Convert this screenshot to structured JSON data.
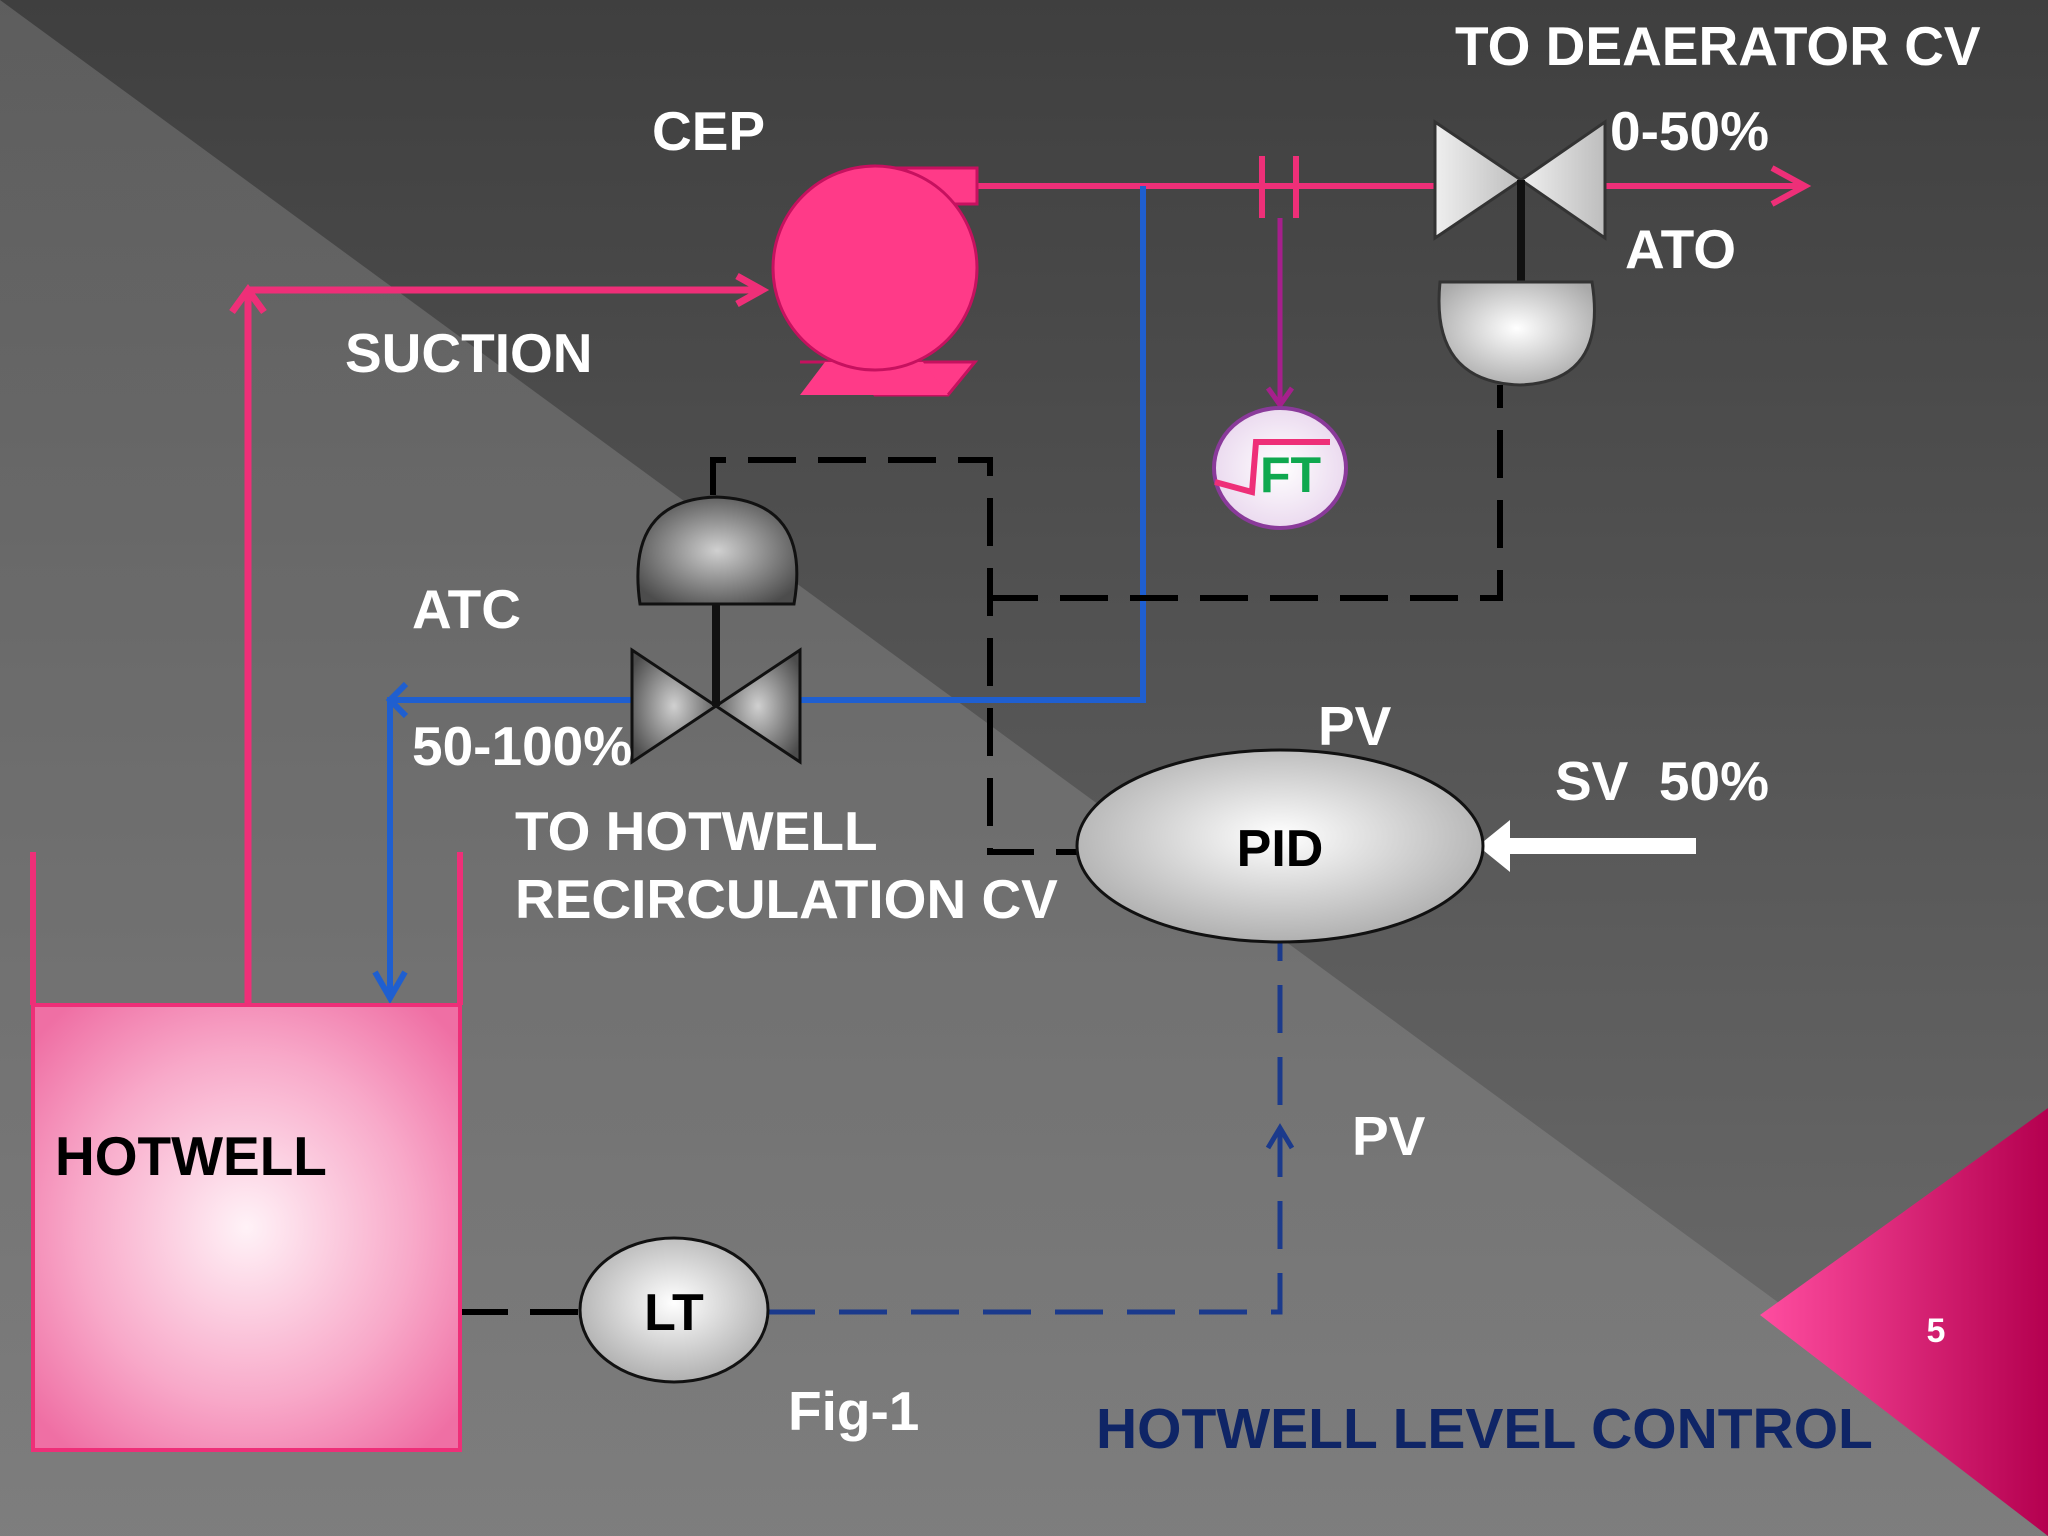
{
  "slide": {
    "title": "HOTWELL LEVEL CONTROL",
    "figure_label": "Fig-1",
    "page_number": "5"
  },
  "equipment": {
    "pump": "CEP",
    "tank": "HOTWELL",
    "controller": "PID",
    "level_transmitter": "LT",
    "flow_transmitter": "FT"
  },
  "labels": {
    "suction": "SUCTION",
    "deaerator": "TO DEAERATOR CV",
    "deaerator_range": "0-50%",
    "deaerator_action": "ATO",
    "recirc_action": "ATC",
    "recirc_range": "50-100%",
    "recirc_line1": "TO HOTWELL",
    "recirc_line2": "RECIRCULATION CV",
    "pv_top": "PV",
    "pv_bottom": "PV",
    "setpoint": "SV  50%"
  },
  "colors": {
    "process_line": "#ee2f78",
    "recirc_line": "#1f5fd0",
    "signal_line": "#1b3a8c",
    "title": "#0f2566",
    "accent_triangle": "#e8006a"
  }
}
